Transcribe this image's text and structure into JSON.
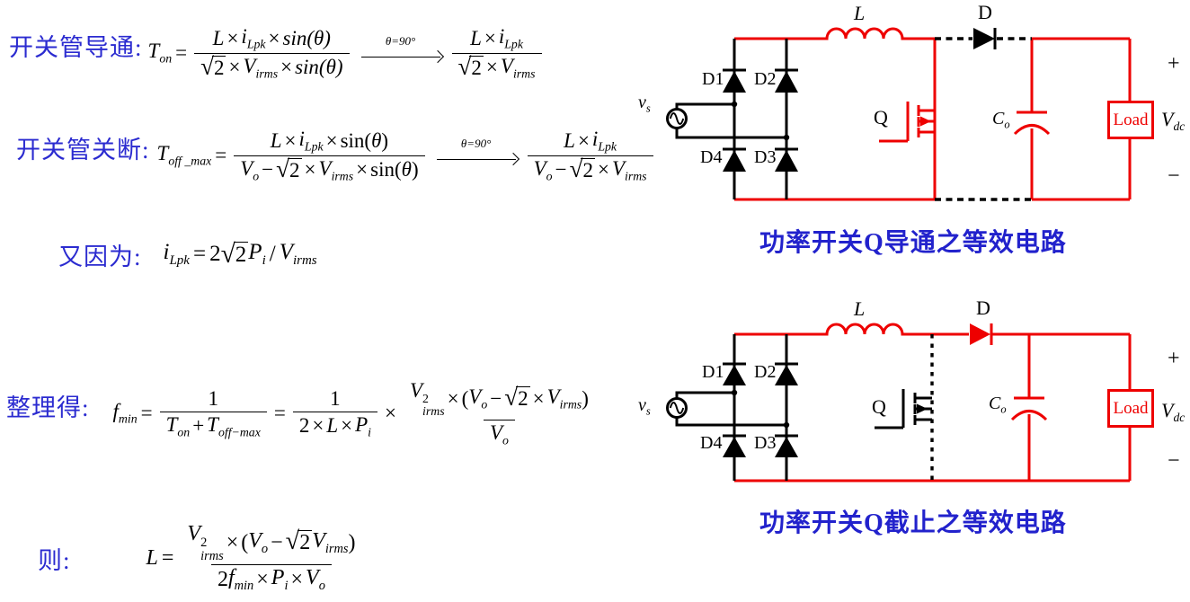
{
  "colors": {
    "wire_red": "#ee0000",
    "label_blue": "#2b2bd0",
    "caption_blue": "#2222cc",
    "ink_black": "#000000"
  },
  "formulas": [
    {
      "label": "开关管导通:",
      "tokens": [
        {
          "v": "T",
          "sub": "on"
        },
        {
          "o": "="
        },
        {
          "f": {
            "n": [
              "L",
              {
                "o": "×"
              },
              {
                "v": "i",
                "sub": "Lpk"
              },
              {
                "o": "×"
              },
              "sin(θ)"
            ],
            "d": [
              {
                "q": "2"
              },
              {
                "o": "×"
              },
              {
                "v": "V",
                "sub": "irms"
              },
              {
                "o": "×"
              },
              "sin(θ)"
            ]
          }
        },
        {
          "a": "θ=90°"
        },
        {
          "f": {
            "n": [
              "L",
              {
                "o": "×"
              },
              {
                "v": "i",
                "sub": "Lpk"
              }
            ],
            "d": [
              {
                "q": "2"
              },
              {
                "o": "×"
              },
              {
                "v": "V",
                "sub": "irms"
              }
            ]
          }
        }
      ]
    },
    {
      "label": "开关管关断:",
      "tokens": [
        {
          "v": "T",
          "sub": "off _max"
        },
        {
          "o": "="
        },
        {
          "f": {
            "n": [
              "L",
              {
                "o": "×"
              },
              {
                "v": "i",
                "sub": "Lpk"
              },
              {
                "o": "×"
              },
              {
                "r": "sin("
              },
              "θ",
              {
                "r": ")"
              }
            ],
            "d": [
              {
                "v": "V",
                "sub": "o"
              },
              {
                "o": "−"
              },
              {
                "q": "2"
              },
              {
                "o": "×"
              },
              {
                "v": "V",
                "sub": "irms"
              },
              {
                "o": "×"
              },
              {
                "r": "sin("
              },
              "θ",
              {
                "r": ")"
              }
            ]
          }
        },
        {
          "a": "θ=90°"
        },
        {
          "f": {
            "n": [
              "L",
              {
                "o": "×"
              },
              {
                "v": "i",
                "sub": "Lpk"
              }
            ],
            "d": [
              {
                "v": "V",
                "sub": "o"
              },
              {
                "o": "−"
              },
              {
                "q": "2"
              },
              {
                "o": "×"
              },
              {
                "v": "V",
                "sub": "irms"
              }
            ]
          }
        }
      ]
    },
    {
      "label": "又因为:",
      "tokens": [
        {
          "v": "i",
          "sub": "Lpk"
        },
        {
          "o": "="
        },
        {
          "r": "2"
        },
        {
          "q": "2"
        },
        {
          "v": "P",
          "sub": "i"
        },
        {
          "o": "/"
        },
        {
          "v": "V",
          "sub": "irms"
        }
      ]
    },
    {
      "label": "整理得:",
      "tokens": [
        {
          "v": "f",
          "sub": "min"
        },
        {
          "o": "="
        },
        {
          "f": {
            "n": [
              {
                "r": "1"
              }
            ],
            "d": [
              {
                "v": "T",
                "sub": "on"
              },
              {
                "o": "+"
              },
              {
                "v": "T",
                "sub": "off−max"
              }
            ]
          }
        },
        {
          "o": "="
        },
        {
          "f": {
            "n": [
              {
                "r": "1"
              }
            ],
            "d": [
              {
                "r": "2"
              },
              {
                "o": "×"
              },
              "L",
              {
                "o": "×"
              },
              {
                "v": "P",
                "sub": "i"
              }
            ]
          }
        },
        {
          "o": "×"
        },
        {
          "f": {
            "n": [
              {
                "v": "V",
                "sub": "irms",
                "sup": "2"
              },
              {
                "o": "×"
              },
              {
                "r": "("
              },
              {
                "v": "V",
                "sub": "o"
              },
              {
                "o": "−"
              },
              {
                "q": "2"
              },
              {
                "o": "×"
              },
              {
                "v": "V",
                "sub": "irms"
              },
              {
                "r": ")"
              }
            ],
            "d": [
              {
                "v": "V",
                "sub": "o"
              }
            ]
          }
        }
      ]
    },
    {
      "label": "则:",
      "tokens": [
        "L",
        {
          "o": "="
        },
        {
          "f": {
            "n": [
              {
                "v": "V",
                "sub": "irms",
                "sup": "2"
              },
              {
                "o": "×"
              },
              {
                "r": "("
              },
              {
                "v": "V",
                "sub": "o"
              },
              {
                "o": "−"
              },
              {
                "q": "2"
              },
              {
                "v": "V",
                "sub": "irms"
              },
              {
                "r": ")"
              }
            ],
            "d": [
              {
                "r": "2"
              },
              {
                "v": "f",
                "sub": "min"
              },
              {
                "o": "×"
              },
              {
                "v": "P",
                "sub": "i"
              },
              {
                "o": "×"
              },
              {
                "v": "V",
                "sub": "o"
              }
            ]
          }
        }
      ]
    }
  ],
  "circuits": [
    {
      "caption": "功率开关Q导通之等效电路",
      "labels": {
        "inductor": "L",
        "diode": "D",
        "d1": "D1",
        "d2": "D2",
        "d3": "D3",
        "d4": "D4",
        "switch": "Q",
        "load": "Load",
        "cap": {
          "base": "C",
          "sub": "o"
        },
        "source": {
          "base": "v",
          "sub": "s"
        },
        "vout": {
          "base": "V",
          "sub": "dc"
        },
        "plus": "+",
        "minus": "−"
      }
    },
    {
      "caption": "功率开关Q截止之等效电路",
      "labels": {
        "inductor": "L",
        "diode": "D",
        "d1": "D1",
        "d2": "D2",
        "d3": "D3",
        "d4": "D4",
        "switch": "Q",
        "load": "Load",
        "cap": {
          "base": "C",
          "sub": "o"
        },
        "source": {
          "base": "v",
          "sub": "s"
        },
        "vout": {
          "base": "V",
          "sub": "dc"
        },
        "plus": "+",
        "minus": "−"
      }
    }
  ]
}
